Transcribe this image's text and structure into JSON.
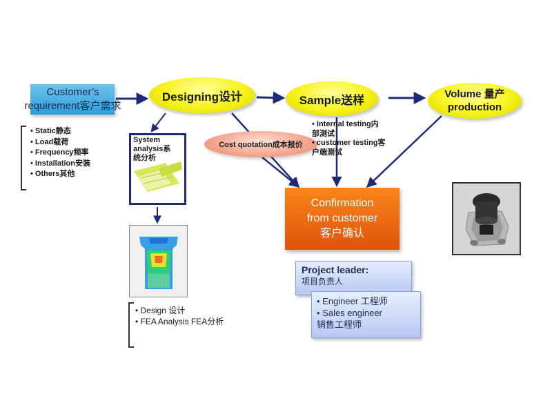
{
  "customer_requirement": {
    "line1": "Customer’s",
    "line2": "requirement客户需求"
  },
  "requirement_items": [
    "Static静态",
    "Load载荷",
    "Frequency频率",
    "Installation安装",
    "Others其他"
  ],
  "designing": "Designing设计",
  "sample": "Sample送样",
  "volume_production": {
    "line1": "Volume 量产",
    "line2": "production"
  },
  "cost_quotation": "Cost quotation成本报价",
  "testing": {
    "line1": "• Internal testing内",
    "line2": "部测试",
    "line3": "• customer testing客",
    "line4": "户端测试"
  },
  "system_analysis": {
    "line1": "System",
    "line2": "analysis系",
    "line3": "统分析"
  },
  "design_items": [
    "Design 设计",
    "FEA Analysis  FEA分析"
  ],
  "confirmation": {
    "line1": "Confirmation",
    "line2": "from customer",
    "line3": "客户确认"
  },
  "project_leader": {
    "title": "Project leader:",
    "subtitle": "项目负责人"
  },
  "team": {
    "line1": "•  Engineer 工程师",
    "line2": "•  Sales engineer",
    "line3": "销售工程师"
  },
  "icons": [
    "engine-mount-photo",
    "fea-mesh-image",
    "system-analysis-image"
  ],
  "colors": {
    "requirement_box": "#2f9ed8",
    "oval_yellow": "#f7f21a",
    "cost_oval": "#f3a48d",
    "confirmation_box": "#e86a10",
    "leader_box": "#b7c9f3",
    "arrow": "#1e2a78"
  }
}
